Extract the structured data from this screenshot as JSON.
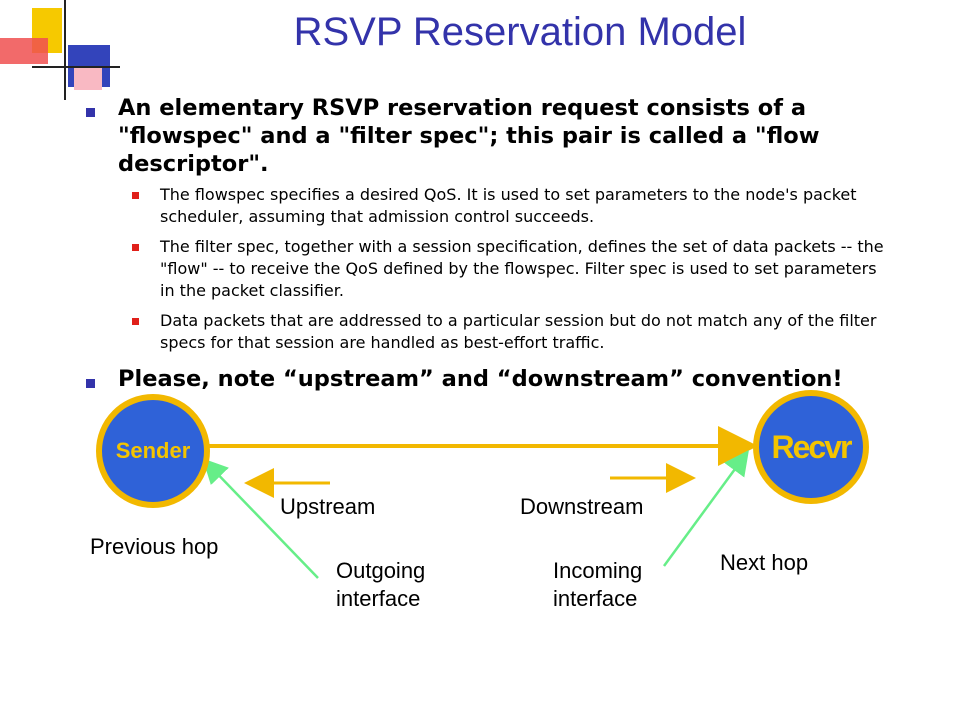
{
  "slide": {
    "title": "RSVP Reservation Model",
    "bullets": [
      {
        "text": "An elementary RSVP reservation request consists of a \"flowspec\" and  a \"filter spec\"; this pair is called a \"flow descriptor\".",
        "sub": [
          "The flowspec specifies a desired QoS.  It is used to set parameters to the node's packet scheduler, assuming that admission control succeeds.",
          "The filter spec, together with a session specification, defines the set of data packets -- the \"flow\" -- to receive the QoS defined by the flowspec.  Filter spec is used to set parameters in the packet classifier.",
          "Data packets that are addressed to a particular session but do not match any of the filter specs for that session are handled as best-effort traffic."
        ]
      },
      {
        "text": "Please, note “upstream” and “downstream” convention!"
      }
    ]
  },
  "diagram": {
    "sender_label": "Sender",
    "receiver_label": "Recvr",
    "upstream_label": "Upstream",
    "downstream_label": "Downstream",
    "previous_hop_label": "Previous hop",
    "next_hop_label": "Next hop",
    "outgoing_interface_label": [
      "Outgoing",
      "interface"
    ],
    "incoming_interface_label": [
      "Incoming",
      "interface"
    ]
  },
  "colors": {
    "title": "#3333aa",
    "node_fill": "#2f62d8",
    "node_ring": "#f2b800",
    "flow_arrow": "#f2b800",
    "interface_line": "#66ee88"
  }
}
